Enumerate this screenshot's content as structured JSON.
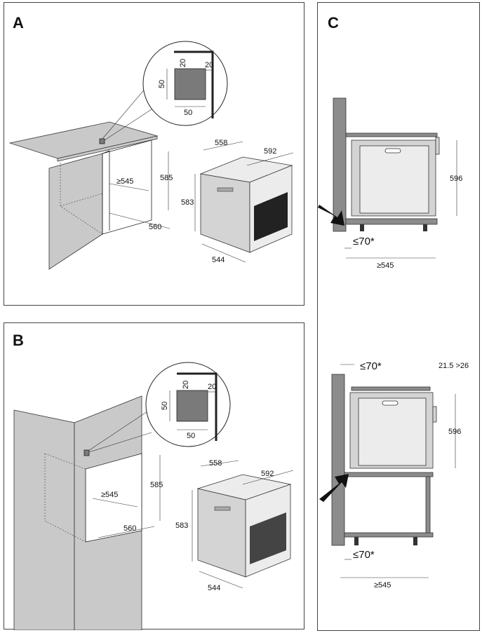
{
  "panels": {
    "a": {
      "label": "A",
      "detail": {
        "vent_w": "50",
        "vent_h": "50",
        "gap_top": "20",
        "gap_side": "20"
      },
      "cabinet": {
        "width": "≥545",
        "height": "585",
        "depth": "560"
      },
      "oven": {
        "width": "592",
        "depth_top": "558",
        "height": "583",
        "depth_side": "544"
      }
    },
    "b": {
      "label": "B",
      "detail": {
        "vent_w": "50",
        "vent_h": "50",
        "gap_top": "20",
        "gap_side": "20"
      },
      "cabinet": {
        "width": "≥545",
        "height": "585",
        "depth": "560"
      },
      "oven": {
        "width": "592",
        "depth_top": "558",
        "height": "583",
        "depth_side": "544"
      }
    },
    "c": {
      "label": "C",
      "top": {
        "height": "596",
        "gap": "≤70*",
        "depth": "≥545"
      },
      "bottom": {
        "gap_top": "≤70*",
        "clearance": "21.5 >26",
        "height": "596",
        "gap_bottom": "≤70*",
        "depth": "≥545"
      }
    }
  },
  "colors": {
    "wall": "#c9c9c9",
    "wall_dark": "#8c8c8c",
    "vent": "#7a7a7a",
    "oven_body": "#d4d4d4"
  }
}
